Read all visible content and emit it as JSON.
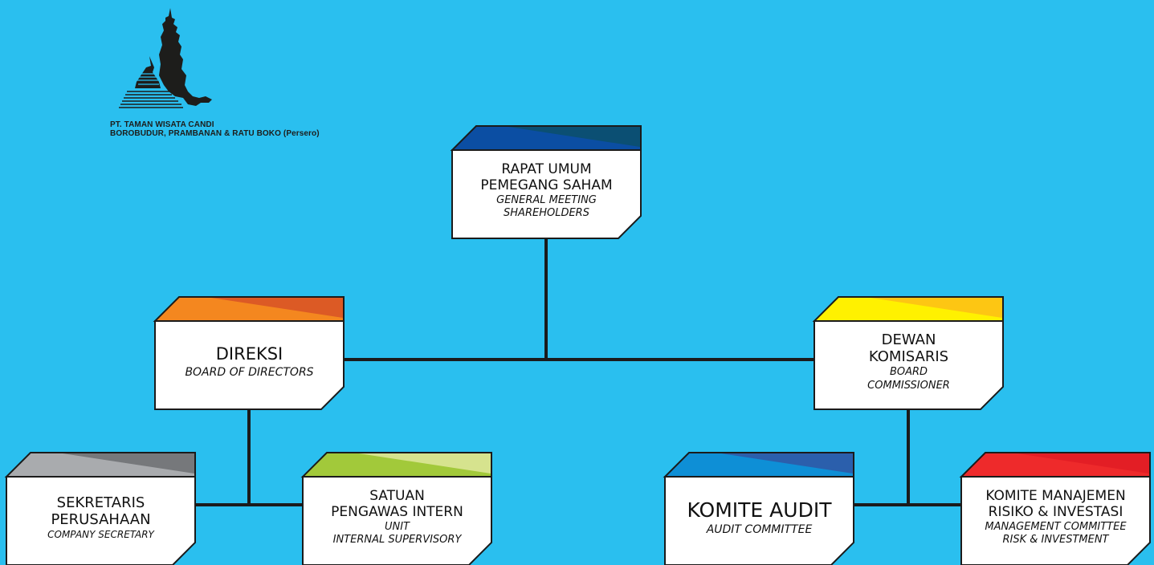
{
  "company": {
    "line1": "PT. TAMAN WISATA CANDI",
    "line2": "BOROBUDUR, PRAMBANAN & RATU BOKO (Persero)"
  },
  "nodes": {
    "rups": {
      "title_lines": [
        "RAPAT UMUM",
        "PEMEGANG SAHAM"
      ],
      "sub_lines": [
        "GENERAL MEETING",
        "SHAREHOLDERS"
      ],
      "colors": [
        "#0b4ea3",
        "#0b4f73"
      ]
    },
    "direksi": {
      "title_lines": [
        "DIREKSI"
      ],
      "sub_lines": [
        "BOARD OF DIRECTORS"
      ],
      "colors": [
        "#f4871f",
        "#dc5a25"
      ]
    },
    "komisaris": {
      "title_lines": [
        "DEWAN",
        "KOMISARIS"
      ],
      "sub_lines": [
        "BOARD",
        "COMMISSIONER"
      ],
      "colors": [
        "#fff100",
        "#fdc613"
      ]
    },
    "sekretaris": {
      "title_lines": [
        "SEKRETARIS",
        "PERUSAHAAN"
      ],
      "sub_lines": [
        "COMPANY SECRETARY"
      ],
      "colors": [
        "#a9abae",
        "#76787b"
      ]
    },
    "spi": {
      "title_lines": [
        "SATUAN",
        "PENGAWAS INTERN"
      ],
      "sub_lines": [
        "UNIT",
        "INTERNAL SUPERVISORY"
      ],
      "colors": [
        "#a2c93a",
        "#d6e38e"
      ]
    },
    "audit": {
      "title_lines": [
        "KOMITE AUDIT"
      ],
      "sub_lines": [
        "AUDIT COMMITTEE"
      ],
      "colors": [
        "#0e8fd6",
        "#2b5fac"
      ]
    },
    "risiko": {
      "title_lines": [
        "KOMITE MANAJEMEN",
        "RISIKO & INVESTASI"
      ],
      "sub_lines": [
        "MANAGEMENT COMMITTEE",
        "RISK & INVESTMENT"
      ],
      "colors": [
        "#ee2a2b",
        "#e31e25"
      ]
    }
  }
}
